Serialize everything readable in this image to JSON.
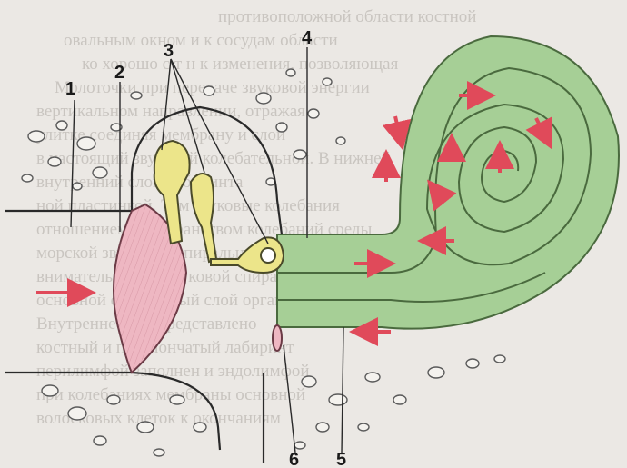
{
  "background_text": [
    "противоположной области костной",
    "овальным окном и к сосудам области",
    "ко хорошо с т н к изменения, позволяющая",
    "Молоточки при передаче звуковой энергии",
    "вертикальном направлении, отражая",
    "улитке соединяя мембрану и слой",
    "в настоящий звуковой колебательной. В нижней",
    "внутренний слой лабиринта",
    "ной пластинкой. Тем звуковые колебания",
    "отношением пространством колебаний среды",
    "морской звуковым спиральным",
    "внимательно под звуковой спиральный",
    "основной спиральный слой органа",
    "Внутреннее ухо представлено",
    "костный и перепончатый лабиринт",
    "перилимфой заполнен и эндолимфой",
    "при колебаниях мембраны основной",
    "волосковых клеток к окончаниям"
  ],
  "labels": {
    "l1": "1",
    "l2": "2",
    "l3": "3",
    "l4": "4",
    "l5": "5",
    "l6": "6"
  },
  "colors": {
    "cochlea_green": "#a6cf96",
    "cochlea_edge": "#4a6a3e",
    "ossicle_yellow": "#ece58a",
    "eardrum_pink": "#eeb7c2",
    "arrow_red": "#e04a5a",
    "bone_fill": "#f4f2ee",
    "line": "#2a2a2a"
  }
}
